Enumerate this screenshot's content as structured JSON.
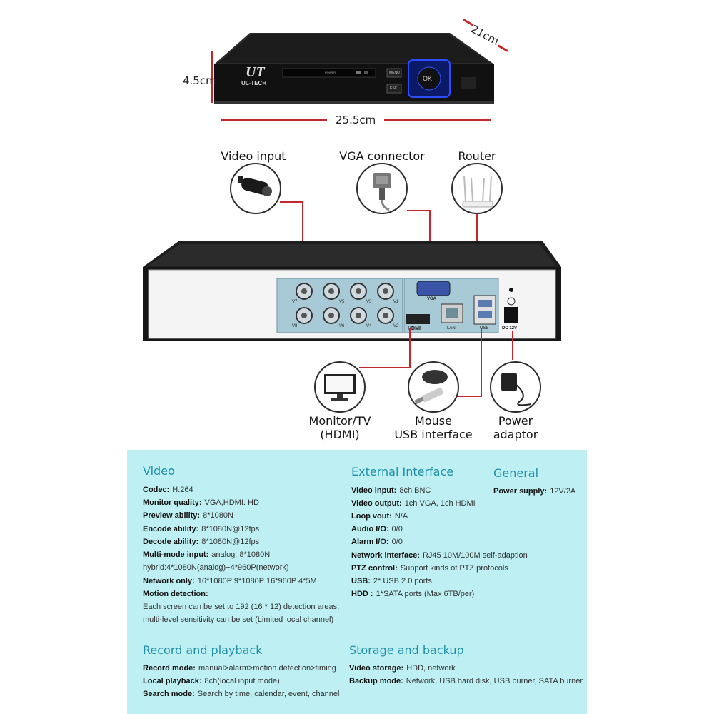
{
  "dimensions": {
    "height": "4.5cm",
    "depth": "21cm",
    "width": "25.5cm"
  },
  "brand": {
    "logo_text": "UT",
    "name": "UL-TECH"
  },
  "front_panel": {
    "menu": "MENU",
    "esc": "ESC",
    "ok": "OK",
    "power": "POWER"
  },
  "connections_top": {
    "video_input": "Video input",
    "vga_connector": "VGA connector",
    "router": "Router"
  },
  "rear_panel": {
    "bnc_labels_top": [
      "V7",
      "V5",
      "V3",
      "V1"
    ],
    "bnc_labels_bottom": [
      "V8",
      "V6",
      "V4",
      "V2"
    ],
    "vga": "VGA",
    "hdmi": "HDMI",
    "lan": "LAN",
    "usb": "USB",
    "dc": "DC 12V"
  },
  "connections_bottom": {
    "monitor_line1": "Monitor/TV",
    "monitor_line2": "(HDMI)",
    "mouse_line1": "Mouse",
    "mouse_line2": "USB interface",
    "power_line1": "Power",
    "power_line2": "adaptor"
  },
  "specs": {
    "video": {
      "title": "Video",
      "codec_k": "Codec:",
      "codec_v": "H.264",
      "monitor_quality_k": "Monitor quality:",
      "monitor_quality_v": "VGA,HDMI: HD",
      "preview_k": "Preview ability:",
      "preview_v": "8*1080N",
      "encode_k": "Encode ability:",
      "encode_v": "8*1080N@12fps",
      "decode_k": "Decode ability:",
      "decode_v": "8*1080N@12fps",
      "multimode_k": "Multi-mode input:",
      "multimode_v": "analog: 8*1080N",
      "multimode_line2": "hybrid:4*1080N(analog)+4*960P(network)",
      "network_only_k": "Network only:",
      "network_only_v": "16*1080P  9*1080P  16*960P  4*5M",
      "motion_k": "Motion detection:",
      "motion_line1": "Each screen can be set to 192 (16 * 12) detection areas;",
      "motion_line2": "multi-level sensitivity can be set (Limited local channel)"
    },
    "external": {
      "title": "External Interface",
      "video_input_k": "Video input:",
      "video_input_v": "8ch BNC",
      "video_output_k": "Video output:",
      "video_output_v": "1ch VGA, 1ch HDMI",
      "loop_k": "Loop vout:",
      "loop_v": "N/A",
      "audio_k": "Audio I/O:",
      "audio_v": "0/0",
      "alarm_k": "Alarm I/O:",
      "alarm_v": "0/0",
      "network_k": "Network interface:",
      "network_v": "RJ45 10M/100M self-adaption",
      "ptz_k": "PTZ control:",
      "ptz_v": "Support kinds of PTZ protocols",
      "usb_k": "USB:",
      "usb_v": "2* USB 2.0 ports",
      "hdd_k": "HDD :",
      "hdd_v": "1*SATA ports (Max 6TB/per)"
    },
    "general": {
      "title": "General",
      "power_k": "Power supply:",
      "power_v": "12V/2A"
    },
    "record": {
      "title": "Record and playback",
      "mode_k": "Record mode:",
      "mode_v": "manual>alarm>motion detection>timing",
      "local_k": "Local playback:",
      "local_v": "8ch(local input mode)",
      "search_k": "Search mode:",
      "search_v": "Search by time, calendar, event, channel"
    },
    "storage": {
      "title": "Storage and backup",
      "video_storage_k": "Video storage:",
      "video_storage_v": "HDD, network",
      "backup_k": "Backup mode:",
      "backup_v": "Network, USB hard disk, USB burner, SATA burner"
    }
  },
  "colors": {
    "accent_red": "#c6252b",
    "panel_bg": "#bdeff3",
    "title_blue": "#1f8fa7",
    "rear_panel_blue": "#a8c9d6"
  }
}
